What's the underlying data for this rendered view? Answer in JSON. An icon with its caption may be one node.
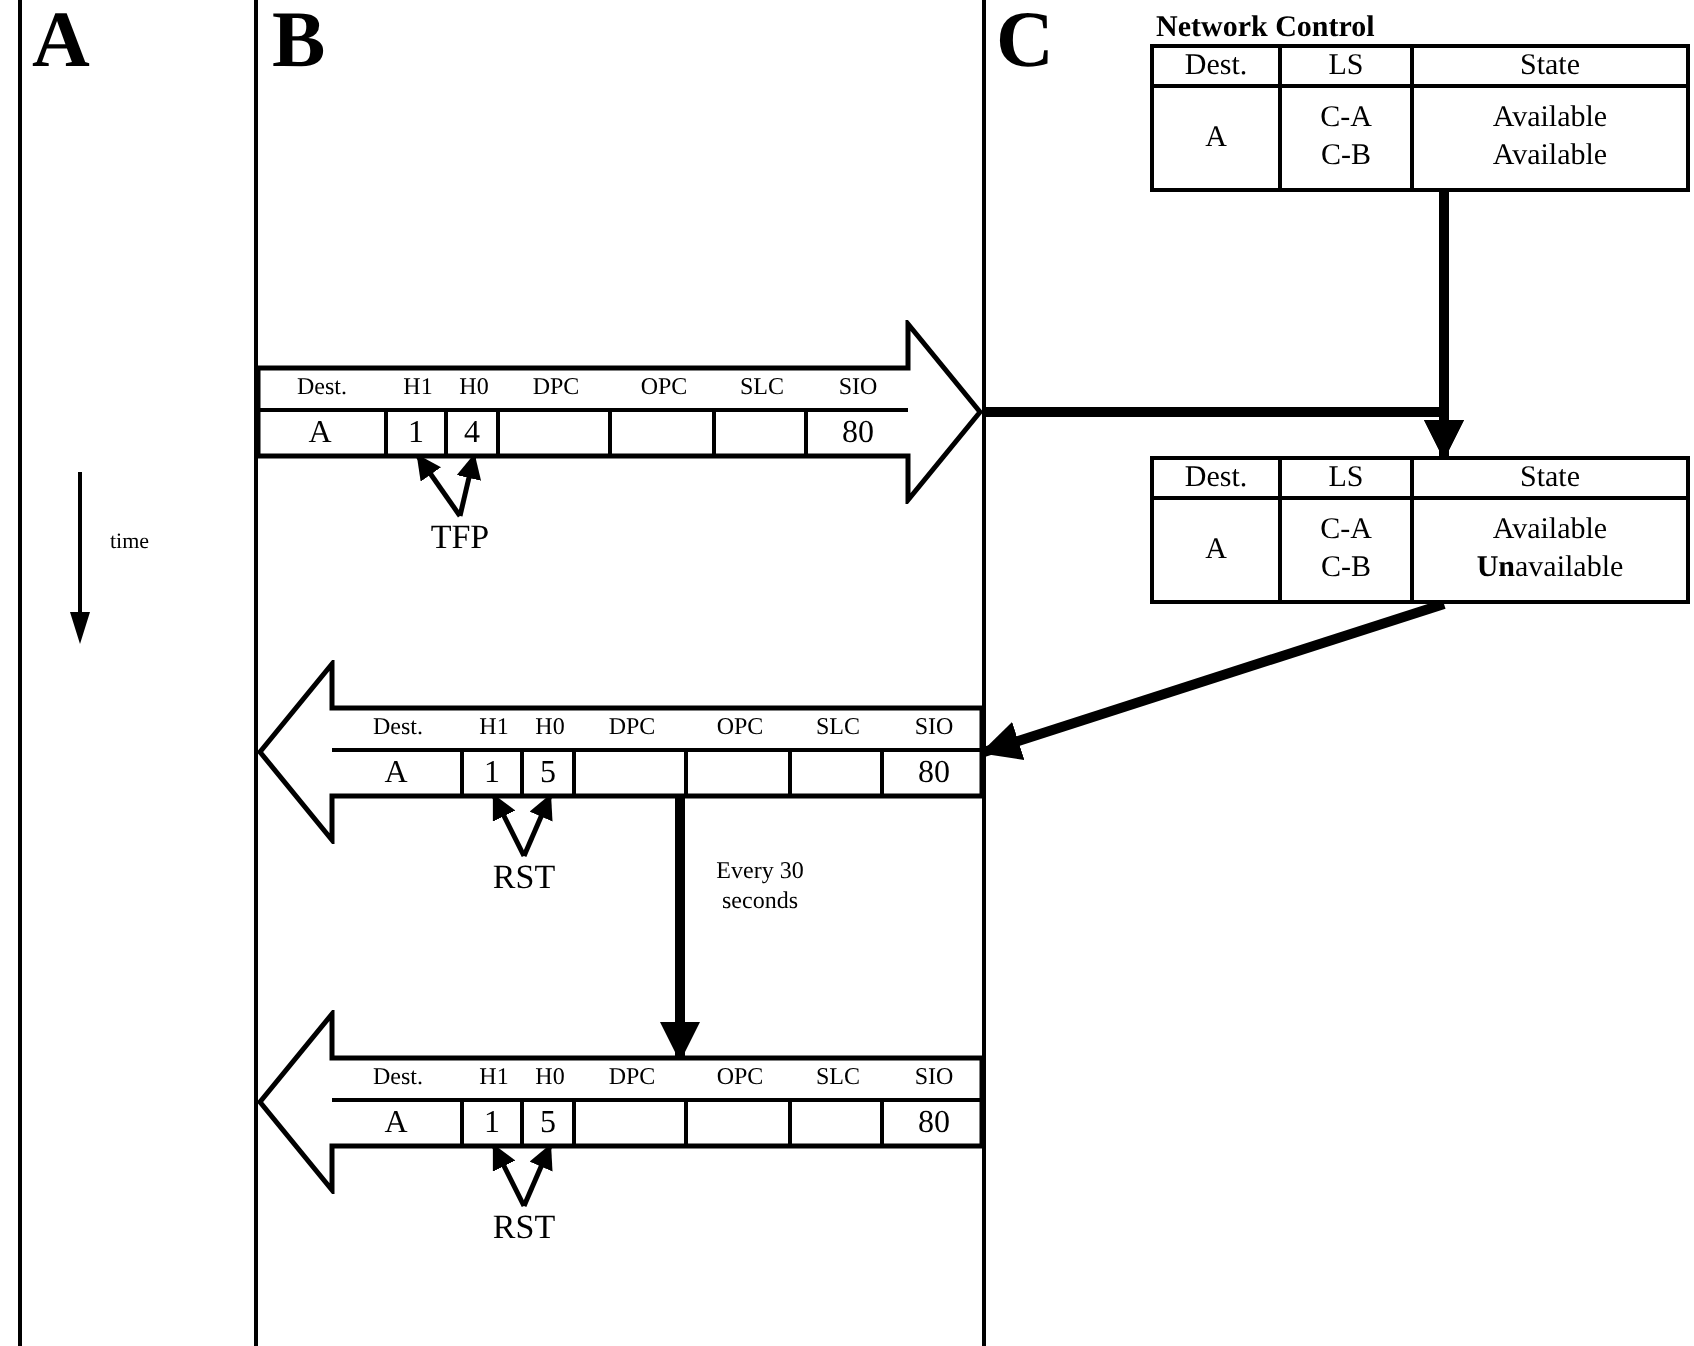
{
  "diagram": {
    "nodes": [
      {
        "text": [
          "Dest.",
          "LS",
          "State",
          "A",
          "C-A C-B",
          "Available Available"
        ]
      },
      {
        "text": [
          "Dest.",
          "H1",
          "H0",
          "DPC",
          "OPC",
          "SLC",
          "SIO",
          "A",
          "1",
          "4",
          "80"
        ]
      },
      {
        "text": [
          "TFP"
        ]
      },
      {
        "text": [
          "Dest.",
          "LS",
          "State",
          "A",
          "C-A C-B",
          "Available **Un**available"
        ]
      },
      {
        "text": [
          "Dest.",
          "H1",
          "H0",
          "DPC",
          "OPC",
          "SLC",
          "SIO",
          "A",
          "1",
          "5",
          "80"
        ]
      },
      {
        "text": [
          "RST"
        ]
      },
      {
        "text": [
          "Dest.",
          "H1",
          "H0",
          "DPC",
          "OPC",
          "SLC",
          "SIO",
          "A",
          "1",
          "5",
          "80"
        ]
      },
      {
        "text": [
          "RST"
        ]
      }
    ],
    "edges": [
      {
        "from": 1,
        "to": 3,
        "arrow": "to",
        "style": "thick"
      },
      {
        "from": 0,
        "to": 3,
        "arrow": "to",
        "style": "thick"
      },
      {
        "from": 3,
        "to": 4,
        "arrow": "to",
        "style": "thick"
      },
      {
        "from": 4,
        "to": 6,
        "arrow": "to",
        "style": "thick",
        "label": "Every 30 seconds"
      },
      {
        "from": 2,
        "to": 1,
        "arrow": "to"
      },
      {
        "from": 2,
        "to": 1,
        "arrow": "to"
      },
      {
        "from": 5,
        "to": 4,
        "arrow": "to"
      },
      {
        "from": 5,
        "to": 4,
        "arrow": "to"
      },
      {
        "from": 7,
        "to": 6,
        "arrow": "to"
      },
      {
        "from": 7,
        "to": 6,
        "arrow": "to"
      }
    ],
    "labels": [
      "A",
      "B",
      "C",
      "Network Control",
      "time"
    ]
  }
}
